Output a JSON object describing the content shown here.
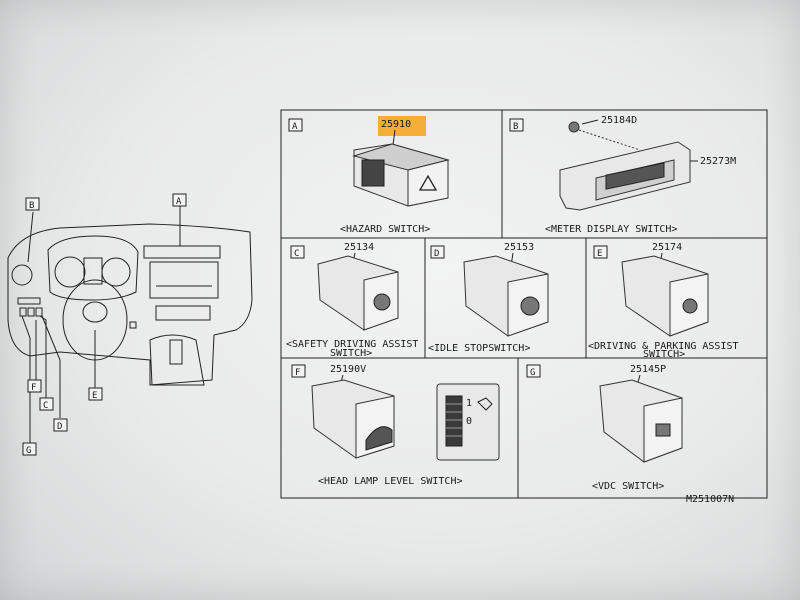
{
  "dashboard": {
    "callouts": [
      "A",
      "B",
      "C",
      "D",
      "E",
      "F",
      "G"
    ]
  },
  "panels": {
    "A": {
      "label": "A",
      "part": "25910",
      "caption": "<HAZARD SWITCH>",
      "highlight_color": "#f5a623"
    },
    "B": {
      "label": "B",
      "parts": [
        "25184D",
        "25273M"
      ],
      "caption": "<METER DISPLAY SWITCH>"
    },
    "C": {
      "label": "C",
      "part": "25134",
      "caption_lines": [
        "<SAFETY DRIVING ASSIST",
        "SWITCH>"
      ]
    },
    "D": {
      "label": "D",
      "part": "25153",
      "caption": "<IDLE STOPSWITCH>"
    },
    "E": {
      "label": "E",
      "part": "25174",
      "caption_lines": [
        "<DRIVING & PARKING ASSIST",
        "SWITCH>"
      ]
    },
    "F": {
      "label": "F",
      "part": "25190V",
      "caption": "<HEAD LAMP LEVEL SWITCH>",
      "dial_marks": [
        "1",
        "0"
      ]
    },
    "G": {
      "label": "G",
      "part": "25145P",
      "caption": "<VDC SWITCH>"
    }
  },
  "figure_id": "M251007N"
}
